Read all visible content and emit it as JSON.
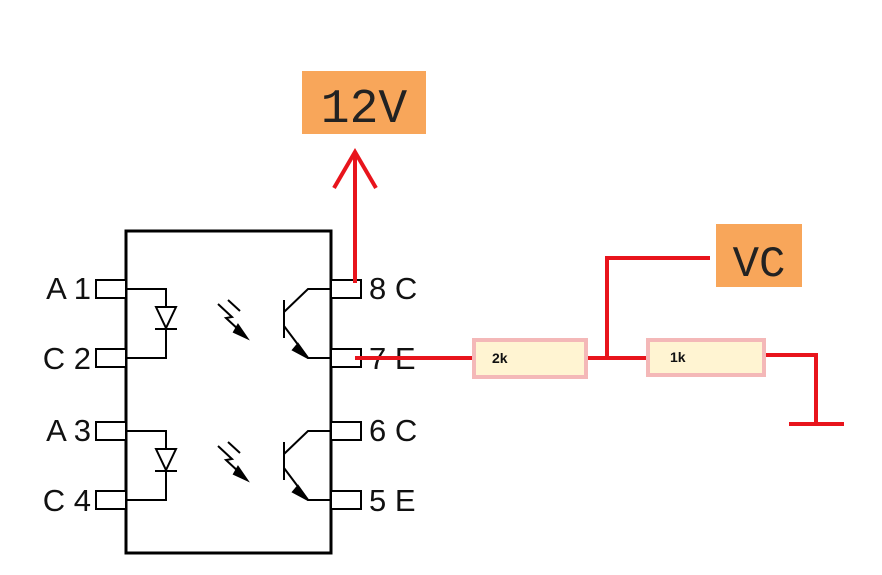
{
  "supply": {
    "top_label": "12V",
    "right_label": "VC"
  },
  "resistors": [
    {
      "label": "2k"
    },
    {
      "label": "1k"
    }
  ],
  "pins": {
    "left": [
      "A 1",
      "C 2",
      "A 3",
      "C 4"
    ],
    "right": [
      "8 C",
      "7 E",
      "6 C",
      "5 E"
    ]
  },
  "colors": {
    "wire": "#e8141c",
    "label_bg": "#f8a65a",
    "resistor_fill": "#fff4d2",
    "resistor_border": "#f4b8b8",
    "ic_outline": "#000000"
  }
}
